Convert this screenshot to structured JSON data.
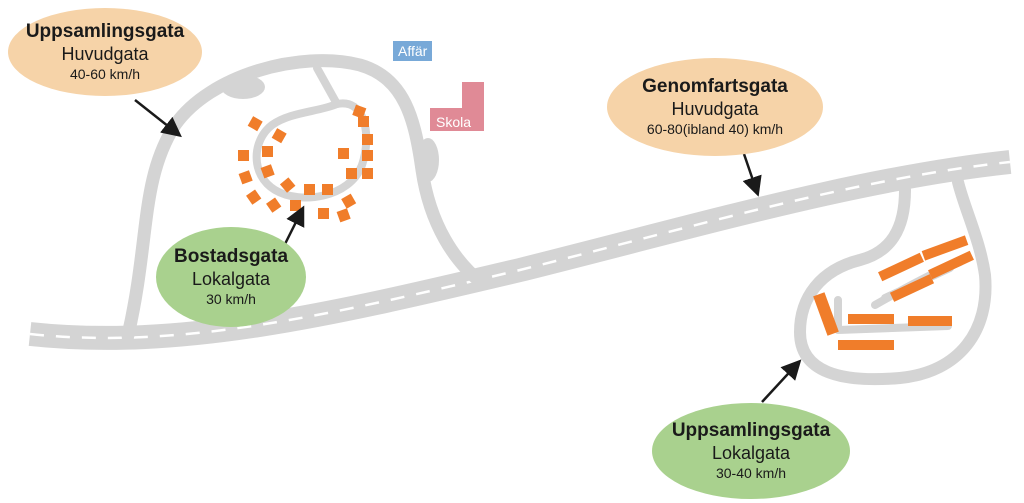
{
  "callouts": {
    "top_left": {
      "title": "Uppsamlingsgata",
      "type": "Huvudgata",
      "speed": "40-60 km/h"
    },
    "top_right": {
      "title": "Genomfartsgata",
      "type": "Huvudgata",
      "speed": "60-80(ibland 40) km/h"
    },
    "middle": {
      "title": "Bostadsgata",
      "type": "Lokalgata",
      "speed": "30 km/h"
    },
    "bottom_right": {
      "title": "Uppsamlingsgata",
      "type": "Lokalgata",
      "speed": "30-40 km/h"
    }
  },
  "places": {
    "shop": {
      "label": "Affär",
      "color": "#78a9d8"
    },
    "school": {
      "label": "Skola",
      "color": "#e08a96"
    }
  },
  "colors": {
    "road": "#d4d4d4",
    "lane_marking": "#ffffff",
    "house": "#f07d2a",
    "arrow": "#1a1a1a",
    "callout_main": "#f6d3a8",
    "callout_local": "#a9d18e"
  }
}
